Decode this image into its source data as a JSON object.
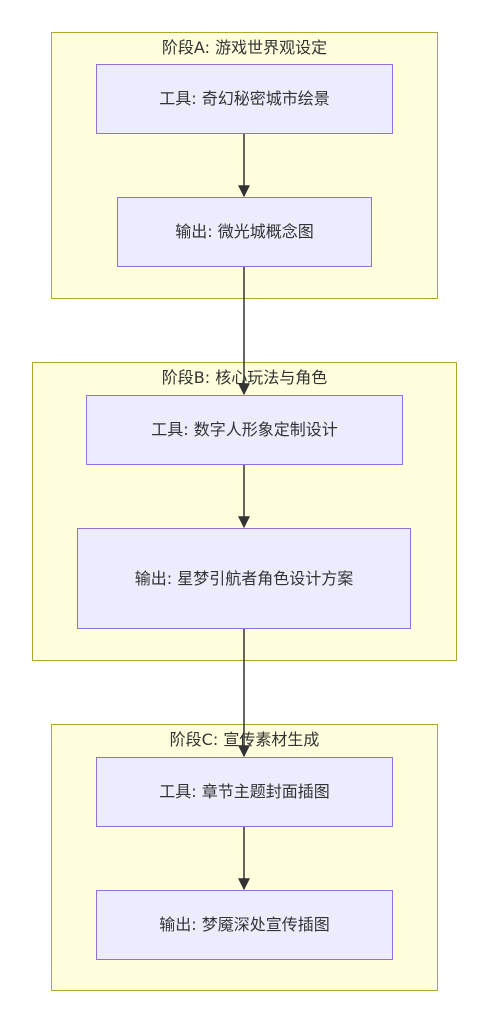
{
  "diagram": {
    "stages": [
      {
        "title": "阶段A: 游戏世界观设定",
        "nodes": [
          {
            "label": "工具: 奇幻秘密城市绘景"
          },
          {
            "label": "输出: 微光城概念图"
          }
        ]
      },
      {
        "title": "阶段B: 核心玩法与角色",
        "nodes": [
          {
            "label": "工具: 数字人形象定制设计"
          },
          {
            "label": "输出: 星梦引航者角色设计方案"
          }
        ]
      },
      {
        "title": "阶段C: 宣传素材生成",
        "nodes": [
          {
            "label": "工具: 章节主题封面插图"
          },
          {
            "label": "输出: 梦魇深处宣传插图"
          }
        ]
      }
    ],
    "colors": {
      "stage_fill": "#ffffde",
      "stage_border": "#aaaa33",
      "node_fill": "#ececff",
      "node_border": "#9370db",
      "edge": "#333333",
      "text": "#333333"
    }
  }
}
